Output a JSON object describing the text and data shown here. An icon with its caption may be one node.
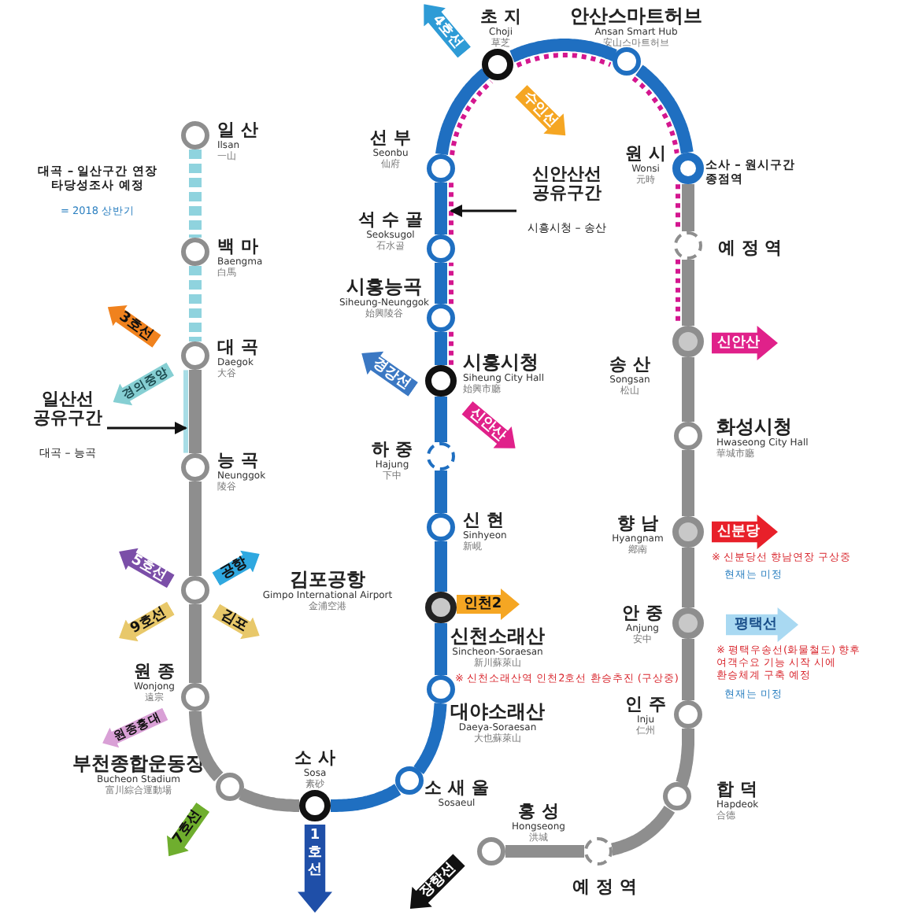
{
  "diagram": {
    "nodes": [
      {
        "text": [],
        "shape": "circle",
        "beside": [
          "일 산",
          "Ilsan",
          "一山"
        ]
      },
      {
        "text": [],
        "shape": "circle",
        "beside": [
          "백 마",
          "Baengma",
          "白馬"
        ]
      },
      {
        "text": [],
        "shape": "circle",
        "beside": [
          "대 곡",
          "Daegok",
          "大谷"
        ]
      },
      {
        "text": [],
        "shape": "circle",
        "beside": [
          "능 곡",
          "Neunggok",
          "陵谷"
        ]
      },
      {
        "text": [],
        "shape": "circle",
        "beside": [
          "김포공항",
          "Gimpo International Airport",
          "金浦空港"
        ]
      },
      {
        "text": [],
        "shape": "circle",
        "beside": [
          "원 종",
          "Wonjong",
          "遠宗"
        ]
      },
      {
        "text": [],
        "shape": "circle",
        "beside": [
          "부천종합운동장",
          "Bucheon Stadium",
          "富川綜合運動場"
        ]
      },
      {
        "text": [],
        "shape": "circle",
        "beside": [
          "소 사",
          "Sosa",
          "素砂"
        ]
      },
      {
        "text": [],
        "shape": "circle",
        "beside": [
          "소 새 울",
          "Sosaeul"
        ]
      },
      {
        "text": [],
        "shape": "circle",
        "beside": [
          "대야소래산",
          "Daeya-Soraesan",
          "大也蘇萊山"
        ]
      },
      {
        "text": [],
        "shape": "circle",
        "beside": [
          "신천소래산",
          "Sincheon-Soraesan",
          "新川蘇萊山"
        ]
      },
      {
        "text": [],
        "shape": "circle",
        "beside": [
          "신 현",
          "Sinhyeon",
          "新峴"
        ]
      },
      {
        "text": [],
        "shape": "circle",
        "beside": [
          "하 중",
          "Hajung",
          "下中"
        ]
      },
      {
        "text": [],
        "shape": "circle",
        "beside": [
          "시흥시청",
          "Siheung City Hall",
          "始興市廳"
        ]
      },
      {
        "text": [],
        "shape": "circle",
        "beside": [
          "시흥능곡",
          "Siheung-Neunggok",
          "始興陵谷"
        ]
      },
      {
        "text": [],
        "shape": "circle",
        "beside": [
          "석 수 골",
          "Seoksugol",
          "石水골"
        ]
      },
      {
        "text": [],
        "shape": "circle",
        "beside": [
          "선 부",
          "Seonbu",
          "仙府"
        ]
      },
      {
        "text": [],
        "shape": "circle",
        "beside": [
          "초 지",
          "Choji",
          "草芝"
        ]
      },
      {
        "text": [],
        "shape": "circle",
        "beside": [
          "안산스마트허브",
          "Ansan Smart Hub",
          "安山스마트허브"
        ]
      },
      {
        "text": [],
        "shape": "circle",
        "beside": [
          "원 시",
          "Wonsi",
          "元時"
        ]
      },
      {
        "text": [],
        "shape": "circle",
        "beside": [
          "예 정 역"
        ]
      },
      {
        "text": [],
        "shape": "circle",
        "beside": [
          "송 산",
          "Songsan",
          "松山"
        ]
      },
      {
        "text": [],
        "shape": "circle",
        "beside": [
          "화성시청",
          "Hwaseong City Hall",
          "華城市廳"
        ]
      },
      {
        "text": [],
        "shape": "circle",
        "beside": [
          "향 남",
          "Hyangnam",
          "鄕南"
        ]
      },
      {
        "text": [],
        "shape": "circle",
        "beside": [
          "안 중",
          "Anjung",
          "安中"
        ]
      },
      {
        "text": [],
        "shape": "circle",
        "beside": [
          "인 주",
          "Inju",
          "仁州"
        ]
      },
      {
        "text": [],
        "shape": "circle",
        "beside": [
          "합 덕",
          "Hapdeok",
          "合德"
        ]
      },
      {
        "text": [],
        "shape": "circle",
        "beside": [
          "예 정 역"
        ]
      },
      {
        "text": [],
        "shape": "circle",
        "beside": [
          "홍 성",
          "Hongseong",
          "洪城"
        ]
      },
      {
        "text": [
          "3호선"
        ]
      },
      {
        "text": [
          "경의중앙"
        ]
      },
      {
        "text": [
          "일산선 공유구간",
          "대곡 – 능곡"
        ]
      },
      {
        "text": [
          "4호선"
        ]
      },
      {
        "text": [
          "수인선"
        ]
      },
      {
        "text": [
          "신안산선 공유구간",
          "시흥시청 – 송산"
        ]
      },
      {
        "text": [
          "경강선"
        ]
      },
      {
        "text": [
          "신안산"
        ]
      },
      {
        "text": [
          "신안산"
        ]
      },
      {
        "text": [
          "신분당"
        ]
      },
      {
        "text": [
          "평택선"
        ]
      },
      {
        "text": [
          "인천2"
        ]
      },
      {
        "text": [
          "5호선"
        ]
      },
      {
        "text": [
          "9호선"
        ]
      },
      {
        "text": [
          "공항"
        ]
      },
      {
        "text": [
          "김포"
        ]
      },
      {
        "text": [
          "원종홍대"
        ]
      },
      {
        "text": [
          "7호선"
        ]
      },
      {
        "text": [
          "1호선"
        ]
      },
      {
        "text": [
          "장항선"
        ]
      },
      {
        "text": [],
        "shape": "bar"
      },
      {
        "text": [],
        "shape": "bar"
      }
    ],
    "edges": [
      {
        "from": 0,
        "to": 1,
        "arrow": "none",
        "style": "dashed",
        "color": "#8fd3de"
      },
      {
        "from": 1,
        "to": 2,
        "arrow": "none",
        "style": "dashed",
        "color": "#8fd3de"
      },
      {
        "from": 2,
        "to": 3,
        "arrow": "none"
      },
      {
        "from": 3,
        "to": 4,
        "arrow": "none"
      },
      {
        "from": 4,
        "to": 5,
        "arrow": "none"
      },
      {
        "from": 5,
        "to": 6,
        "arrow": "none"
      },
      {
        "from": 6,
        "to": 7,
        "arrow": "none"
      },
      {
        "from": 7,
        "to": 8,
        "arrow": "none",
        "color": "#1f6fc1"
      },
      {
        "from": 8,
        "to": 9,
        "arrow": "none",
        "color": "#1f6fc1"
      },
      {
        "from": 9,
        "to": 10,
        "arrow": "none",
        "color": "#1f6fc1"
      },
      {
        "from": 10,
        "to": 11,
        "arrow": "none",
        "color": "#1f6fc1"
      },
      {
        "from": 11,
        "to": 12,
        "arrow": "none",
        "color": "#1f6fc1"
      },
      {
        "from": 12,
        "to": 13,
        "arrow": "none",
        "color": "#1f6fc1"
      },
      {
        "from": 13,
        "to": 14,
        "arrow": "none",
        "color": "#1f6fc1"
      },
      {
        "from": 14,
        "to": 15,
        "arrow": "none",
        "color": "#1f6fc1"
      },
      {
        "from": 15,
        "to": 16,
        "arrow": "none",
        "color": "#1f6fc1"
      },
      {
        "from": 16,
        "to": 17,
        "arrow": "none",
        "color": "#1f6fc1"
      },
      {
        "from": 17,
        "to": 18,
        "arrow": "none",
        "color": "#1f6fc1"
      },
      {
        "from": 18,
        "to": 19,
        "arrow": "none",
        "color": "#1f6fc1"
      },
      {
        "from": 19,
        "to": 20,
        "arrow": "none"
      },
      {
        "from": 20,
        "to": 21,
        "arrow": "none"
      },
      {
        "from": 21,
        "to": 22,
        "arrow": "none"
      },
      {
        "from": 22,
        "to": 23,
        "arrow": "none"
      },
      {
        "from": 23,
        "to": 24,
        "arrow": "none"
      },
      {
        "from": 24,
        "to": 25,
        "arrow": "none"
      },
      {
        "from": 25,
        "to": 26,
        "arrow": "none"
      },
      {
        "from": 26,
        "to": 27,
        "arrow": "none"
      },
      {
        "from": 27,
        "to": 28,
        "arrow": "none"
      },
      {
        "from": 31,
        "to": 49,
        "arrow": "to",
        "color": "#111111"
      },
      {
        "from": 34,
        "to": 50,
        "arrow": "to",
        "color": "#111111"
      }
    ],
    "labels": [
      "대곡 – 일산구간 연장 타당성조사 예정",
      "= 2018 상반기",
      "소사 – 원시구간 종점역",
      "※ 신분당선 향남연장 구상중",
      "현재는 미정",
      "※ 평택우송선(화물철도) 향후 여객수요 기능 시작 시에 환승체계 구축 예정",
      "현재는 미정",
      "※ 신천소래산역 인천2호선 환승추진 (구상중)"
    ]
  }
}
